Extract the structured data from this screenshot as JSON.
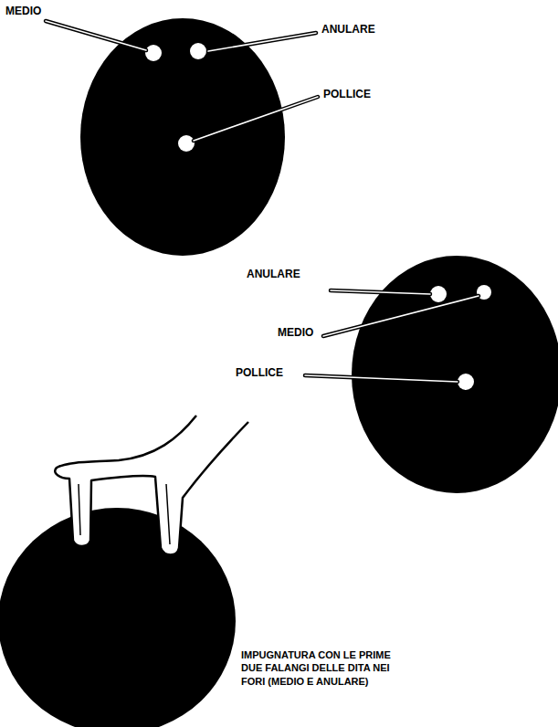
{
  "diagram": {
    "labels": [
      "MEDIO",
      "ANULARE",
      "POLLICE",
      "ANULARE",
      "MEDIO",
      "POLLICE",
      "IMPUGNATURA CON LE PRIME DUE FALANGI DELLE DITA NEI FORI (MEDIO E ANULARE)"
    ]
  }
}
